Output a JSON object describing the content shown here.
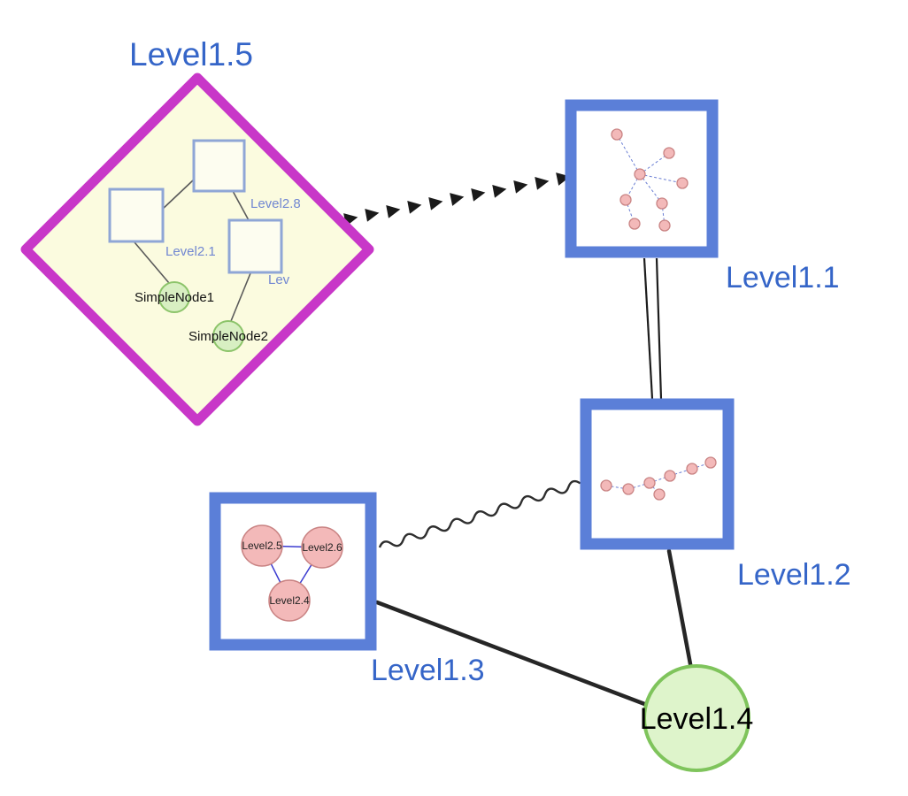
{
  "colors": {
    "label-blue": "#3565c8",
    "inner-label-blue": "#7187d2",
    "group-border-blue": "#5b7fd8",
    "inner-square-border": "#8fa6d6",
    "diamond-magenta": "#c837c8",
    "diamond-fill": "#fbfbdf",
    "pink-fill": "#f3b9b9",
    "pink-border": "#c98383",
    "mini-edge-blue": "#6b7fd4",
    "triangle-edge-blue": "#3b3bd0",
    "simple-green-fill": "#d8efc2",
    "simple-green-border": "#8cc46a",
    "l14-green-fill": "#def4cb",
    "l14-green-border": "#7fc45c",
    "edge-black": "#262626"
  },
  "nodes": {
    "level15": {
      "label": "Level1.5",
      "shape": "diamond-group"
    },
    "level11": {
      "label": "Level1.1",
      "shape": "square-group"
    },
    "level12": {
      "label": "Level1.2",
      "shape": "square-group"
    },
    "level13": {
      "label": "Level1.3",
      "shape": "square-group"
    },
    "level14": {
      "label": "Level1.4",
      "shape": "circle"
    }
  },
  "level15_children": {
    "square_top": {
      "label": "Level2.8"
    },
    "square_left": {
      "label": "Level2.1"
    },
    "square_right": {
      "label": "Lev"
    },
    "simple1": {
      "label": "SimpleNode1"
    },
    "simple2": {
      "label": "SimpleNode2"
    }
  },
  "level13_children": {
    "c_left": {
      "label": "Level2.5"
    },
    "c_right": {
      "label": "Level2.6"
    },
    "c_bottom": {
      "label": "Level2.4"
    }
  },
  "edges": [
    {
      "from": "Level1.5",
      "to": "Level1.1",
      "style": "dashed-arrow-chain"
    },
    {
      "from": "Level1.1",
      "to": "Level1.2",
      "style": "double-line"
    },
    {
      "from": "Level1.3",
      "to": "Level1.2",
      "style": "wavy"
    },
    {
      "from": "Level1.3",
      "to": "Level1.4",
      "style": "solid-thick"
    },
    {
      "from": "Level1.2",
      "to": "Level1.4",
      "style": "solid-thick"
    }
  ]
}
